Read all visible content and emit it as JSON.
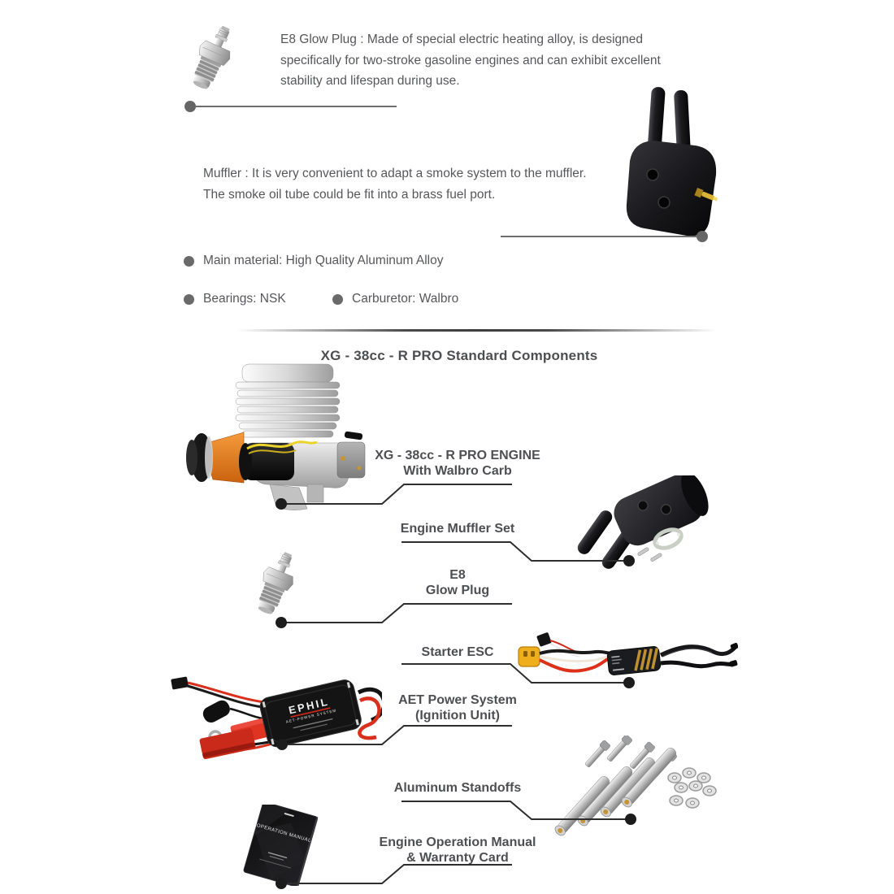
{
  "intro": {
    "glow_plug": {
      "lines": [
        "E8 Glow Plug : Made of special electric heating alloy, is designed",
        "specifically for two-stroke gasoline engines and can exhibit excellent",
        "stability and lifespan during use."
      ]
    },
    "muffler": {
      "lines": [
        "Muffler : It is very convenient to adapt a smoke system to the muffler.",
        "The smoke oil tube could be fit into a brass fuel port."
      ]
    },
    "specs": [
      "Main material: High Quality Aluminum Alloy",
      "Bearings: NSK",
      "Carburetor: Walbro"
    ]
  },
  "components": {
    "title": "XG - 38cc - R PRO Standard Components",
    "items": [
      {
        "label1": "XG - 38cc - R PRO ENGINE",
        "label2": "With Walbro Carb"
      },
      {
        "label1": "Engine Muffler Set",
        "label2": ""
      },
      {
        "label1": "E8",
        "label2": "Glow Plug"
      },
      {
        "label1": "Starter ESC",
        "label2": ""
      },
      {
        "label1": "AET Power System",
        "label2": "(Ignition Unit)"
      },
      {
        "label1": "Aluminum Standoffs",
        "label2": ""
      },
      {
        "label1": "Engine Operation Manual",
        "label2": "& Warranty Card"
      }
    ]
  },
  "ignition_unit_brand": "EPHIL",
  "ignition_unit_sub": "AET-POWER SYSTEM",
  "manual_cover_title": "OPERATION MANUAL",
  "colors": {
    "body_text": "#56575a",
    "label_text": "#4e4f52",
    "leader_dark": "#2e2e2e",
    "leader_gray": "#6e6e6e",
    "accent_orange": "#e8831f",
    "accent_yellow": "#efae1c",
    "accent_red": "#d92f1d",
    "brass": "#d7b13a"
  }
}
